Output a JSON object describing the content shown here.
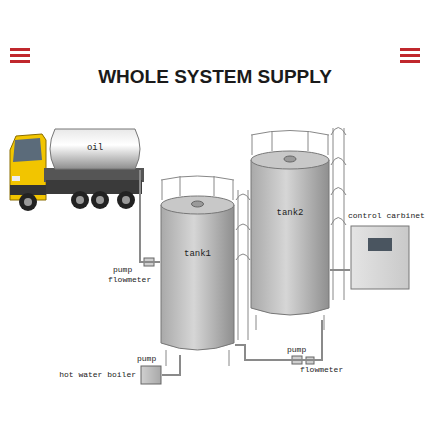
{
  "diagram": {
    "title": "WHOLE SYSTEM SUPPLY",
    "nodes": [
      {
        "text": [
          "oil"
        ]
      },
      {
        "text": [
          "tank1"
        ]
      },
      {
        "text": [
          "tank2"
        ]
      },
      {
        "text": [
          "control carbinet"
        ]
      },
      {
        "text": [
          "hot water boiler"
        ]
      }
    ],
    "edges": [
      {
        "from": 0,
        "to": 1,
        "arrow": "none"
      },
      {
        "from": 4,
        "to": 1,
        "arrow": "none"
      },
      {
        "from": 1,
        "to": 2,
        "arrow": "none"
      },
      {
        "from": 2,
        "to": 3,
        "arrow": "none"
      }
    ],
    "labels": [
      "pump",
      "flowmeter",
      "pump",
      "pump",
      "flowmeter"
    ]
  }
}
